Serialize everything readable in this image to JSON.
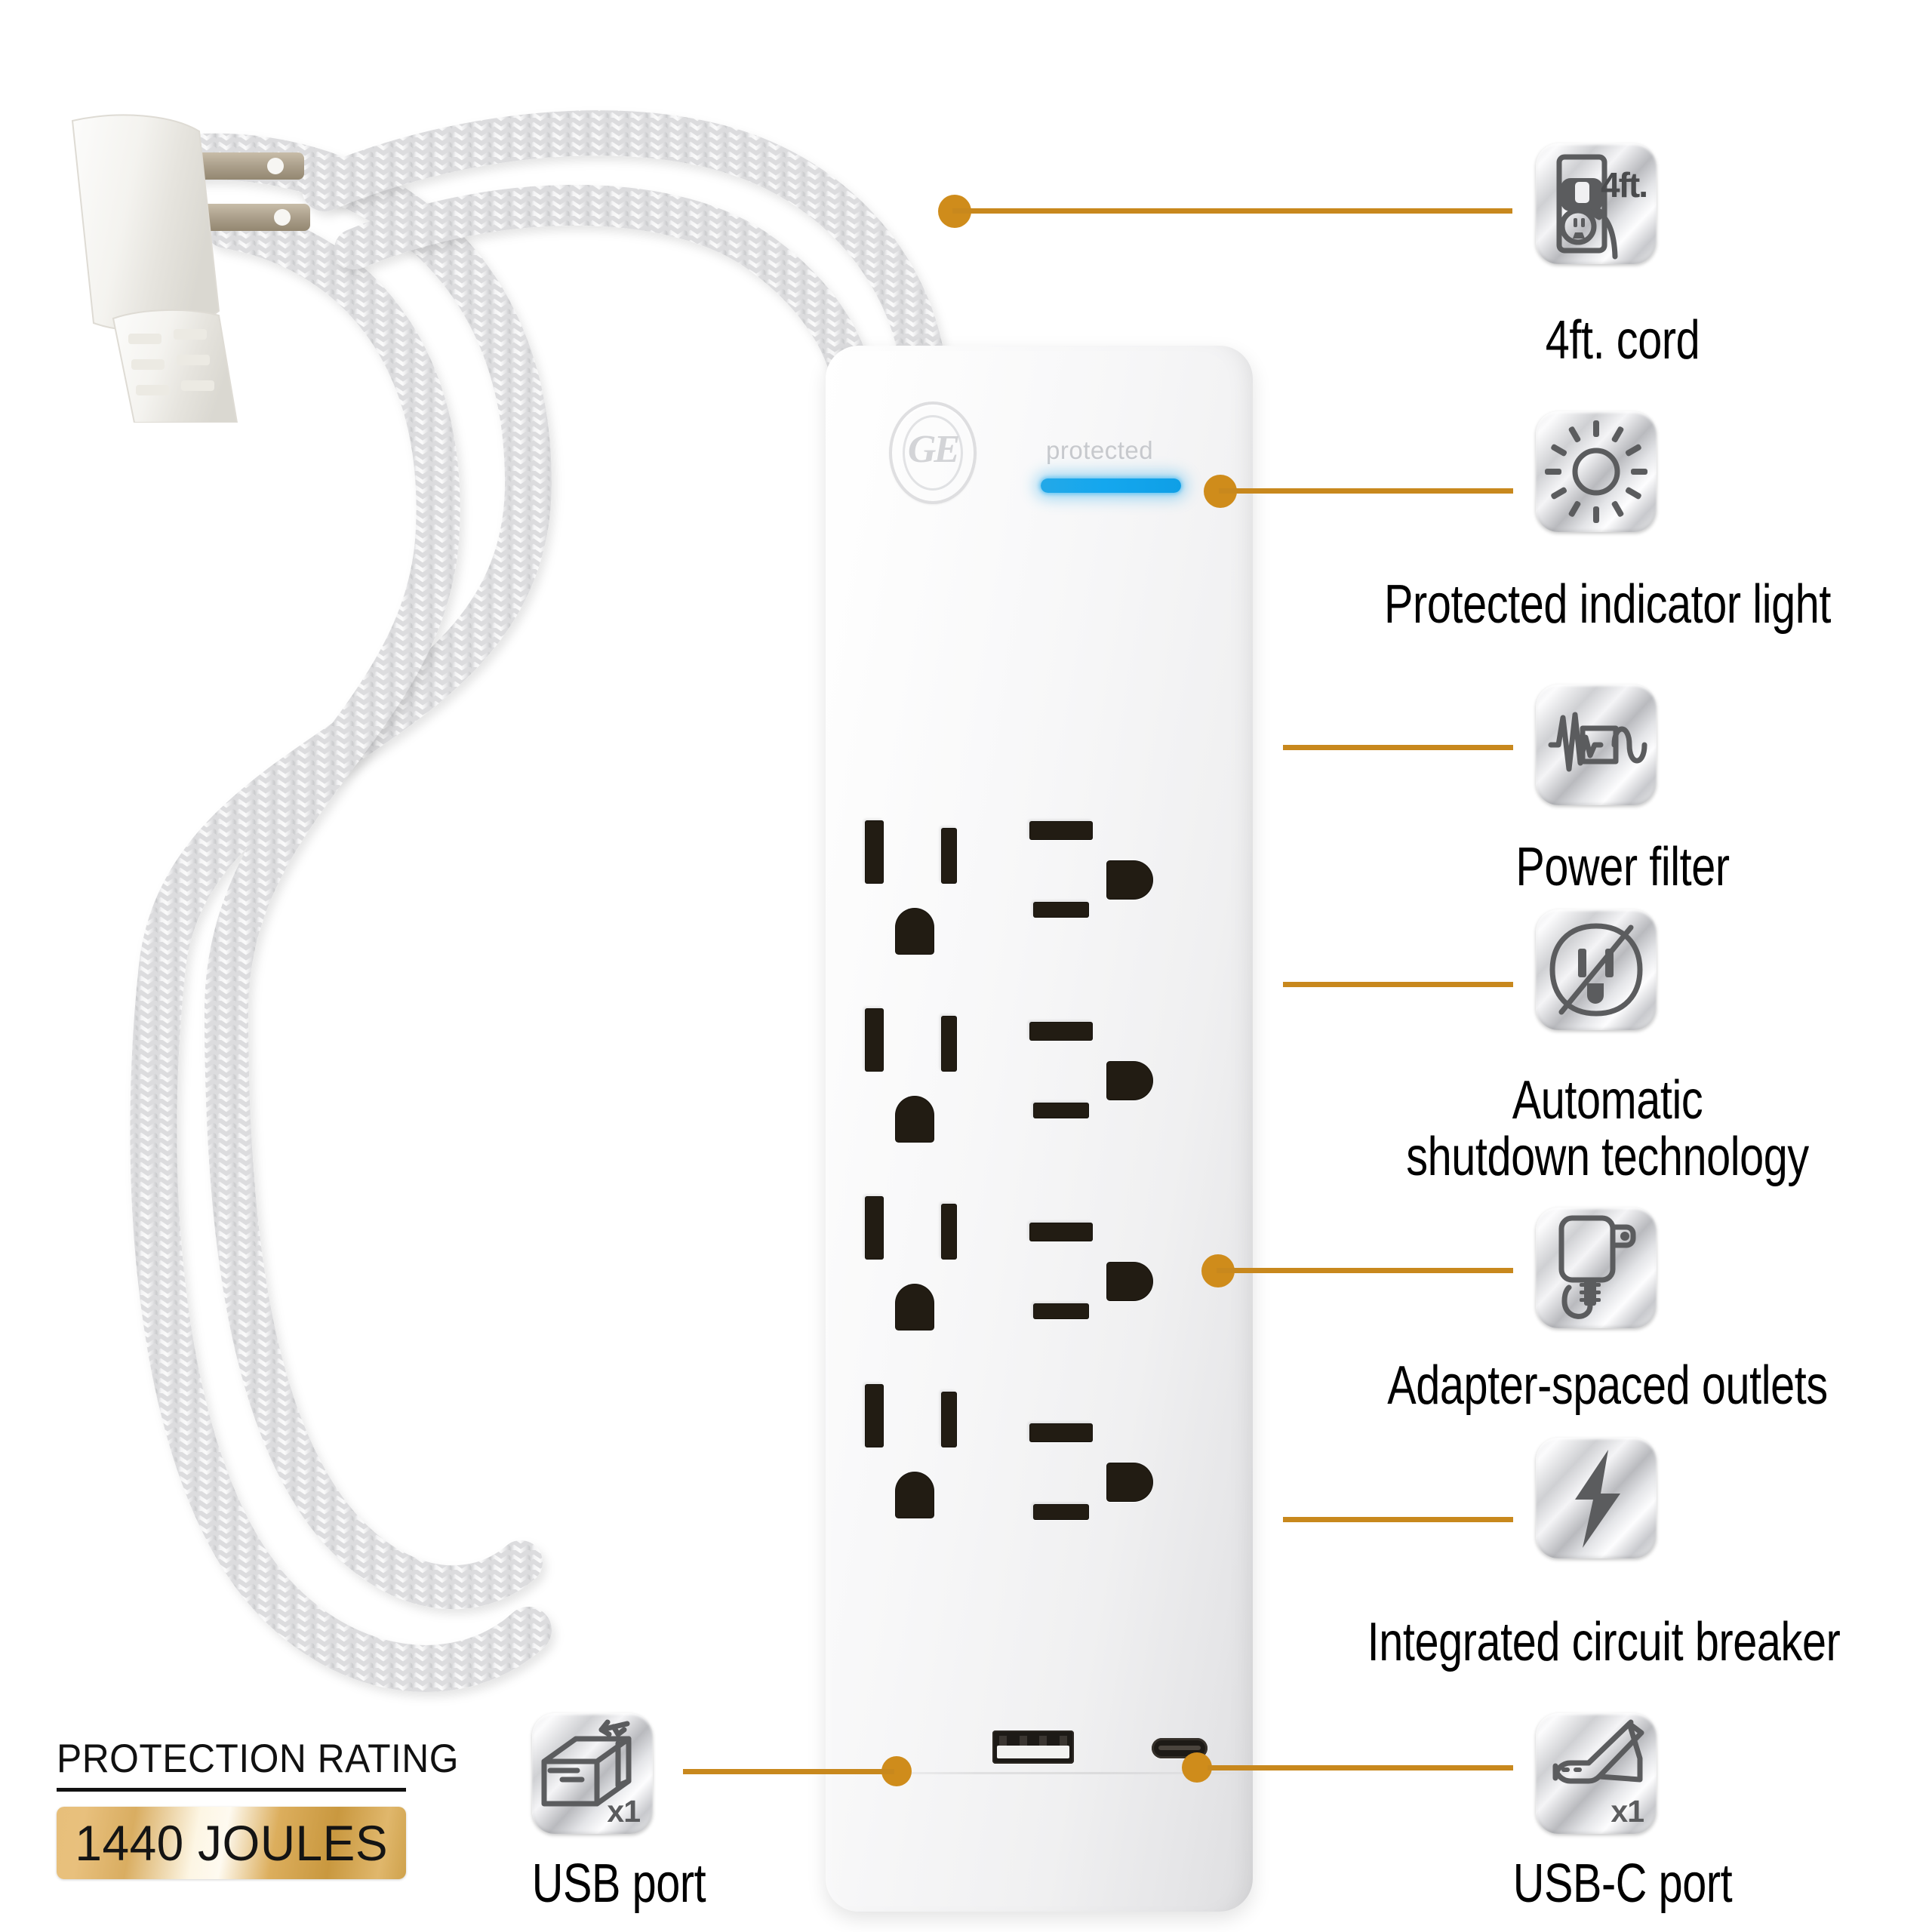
{
  "product": {
    "brand_logo": "GE",
    "indicator_text": "protected",
    "body_color": "#f6f6f7"
  },
  "protection_rating": {
    "title": "PROTECTION RATING",
    "value": "1440 JOULES",
    "badge_color": "#d9ad61"
  },
  "accent_color": "#c8881d",
  "led_color": "#14a7ee",
  "features": [
    {
      "id": "cord",
      "label": "4ft. cord",
      "icon": "outlet-cord-icon",
      "badge_text": "4ft."
    },
    {
      "id": "indicator",
      "label": "Protected indicator light",
      "icon": "sun-indicator-icon",
      "badge_text": ""
    },
    {
      "id": "filter",
      "label": "Power filter",
      "icon": "power-filter-icon",
      "badge_text": ""
    },
    {
      "id": "shutdown",
      "label": "Automatic\nshutdown technology",
      "icon": "no-outlet-icon",
      "badge_text": ""
    },
    {
      "id": "adapter",
      "label": "Adapter-spaced outlets",
      "icon": "ac-adapter-icon",
      "badge_text": ""
    },
    {
      "id": "breaker",
      "label": "Integrated circuit breaker",
      "icon": "lightning-bolt-icon",
      "badge_text": ""
    },
    {
      "id": "usb",
      "label": "USB port",
      "icon": "usb-a-port-icon",
      "badge_text": "x1"
    },
    {
      "id": "usbc",
      "label": "USB-C port",
      "icon": "usb-c-connector-icon",
      "badge_text": "x1"
    }
  ],
  "feature_labels": {
    "cord": "4ft. cord",
    "indicator": "Protected indicator light",
    "filter": "Power filter",
    "shutdown_line1": "Automatic",
    "shutdown_line2": "shutdown technology",
    "adapter": "Adapter-spaced outlets",
    "breaker": "Integrated circuit breaker",
    "usb": "USB port",
    "usbc": "USB-C port"
  },
  "badge_counts": {
    "cord": "4ft.",
    "usb": "x1",
    "usbc": "x1"
  },
  "outlets": {
    "count": 8,
    "left_column_rows": 4,
    "right_column_rows": 4
  }
}
